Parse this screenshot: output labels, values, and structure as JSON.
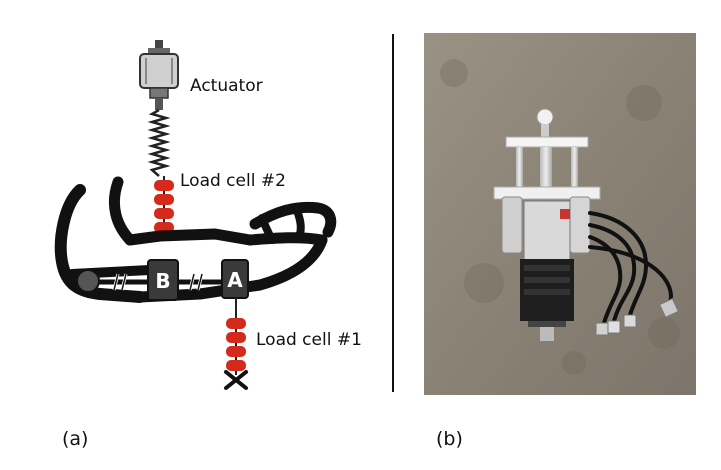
{
  "panel_a": {
    "caption": "(a)",
    "labels": {
      "actuator": "Actuator",
      "load_cell_2": "Load cell #2",
      "load_cell_1": "Load cell #1"
    },
    "blocks": {
      "b": "B",
      "a": "A"
    }
  },
  "panel_b": {
    "caption": "(b)"
  },
  "colors": {
    "load_cell": "#d42a1c",
    "limb": "#111111",
    "block": "#3a3a3a",
    "photo_floor": "#8d8578"
  }
}
